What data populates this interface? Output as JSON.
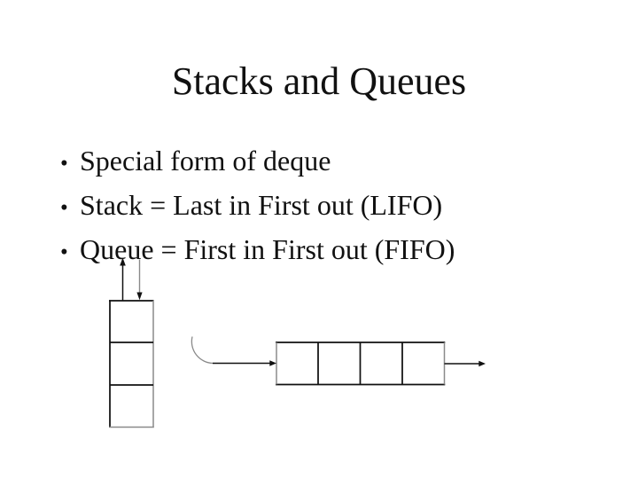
{
  "slide": {
    "title": "Stacks and Queues",
    "bullet_glyph": "•",
    "bullets": [
      {
        "text": "Special form of deque"
      },
      {
        "text": "Stack = Last in First out (LIFO)"
      },
      {
        "text": "Queue = First in First out (FIFO)"
      }
    ]
  },
  "diagram": {
    "stack": {
      "cells": 3,
      "pop_arrow_direction": "up",
      "push_arrow_direction": "down"
    },
    "queue": {
      "cells": 4,
      "enqueue_arrow": "curved-from-left",
      "dequeue_arrow": "straight-right"
    }
  },
  "colors": {
    "background": "#ffffff",
    "ink": "#111111",
    "line_gray": "#8a8a8a"
  }
}
